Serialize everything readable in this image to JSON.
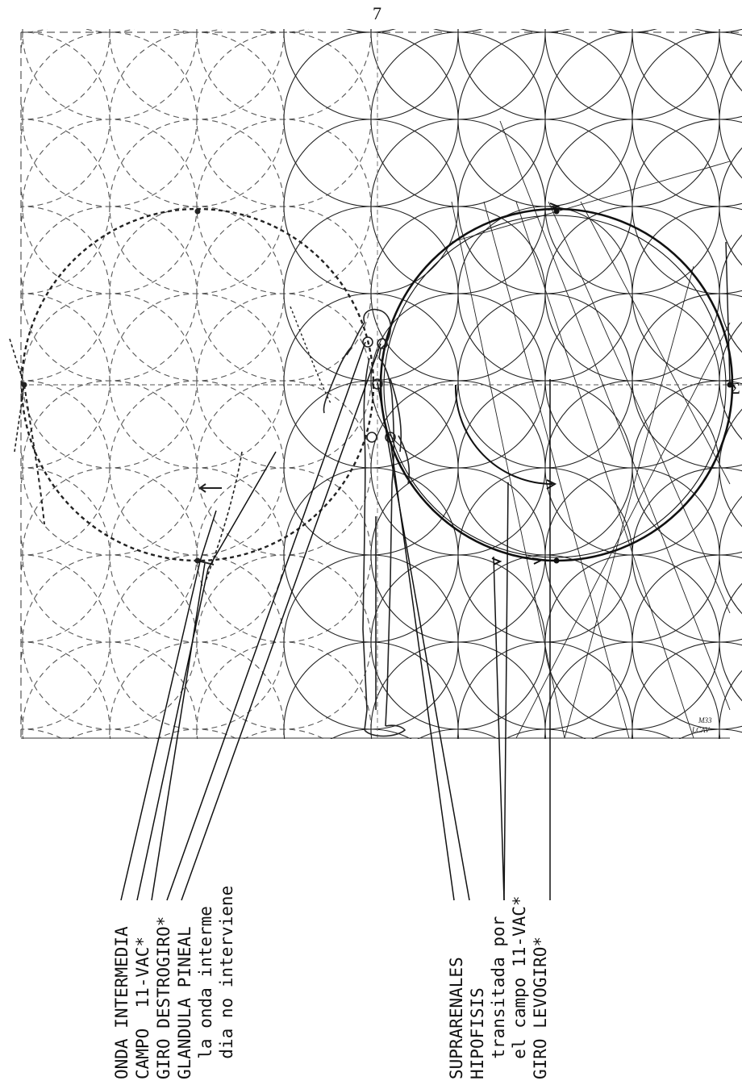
{
  "page_number": "7",
  "figure": {
    "edge_symbol": "Σ",
    "signature_lines": [
      "M33",
      "LCAV"
    ]
  },
  "left_labels": [
    {
      "text": "ONDA INTERMEDIA"
    },
    {
      "text": "CAMPO  11-VAC*"
    },
    {
      "text": "GIRO DESTROGIRO*"
    },
    {
      "text": "GLANDULA PINEAL"
    },
    {
      "text": "  la onda interme"
    },
    {
      "text": "  dia no interviene"
    }
  ],
  "right_labels": [
    {
      "text": "SUPRARENALES"
    },
    {
      "text": "HIPOFISIS"
    },
    {
      "text": "  transitada por"
    },
    {
      "text": "  el campo 11-VAC*"
    },
    {
      "text": "GIRO LEVOGIRO*"
    }
  ],
  "colors": {
    "ink": "#111111",
    "paper": "#ffffff"
  }
}
